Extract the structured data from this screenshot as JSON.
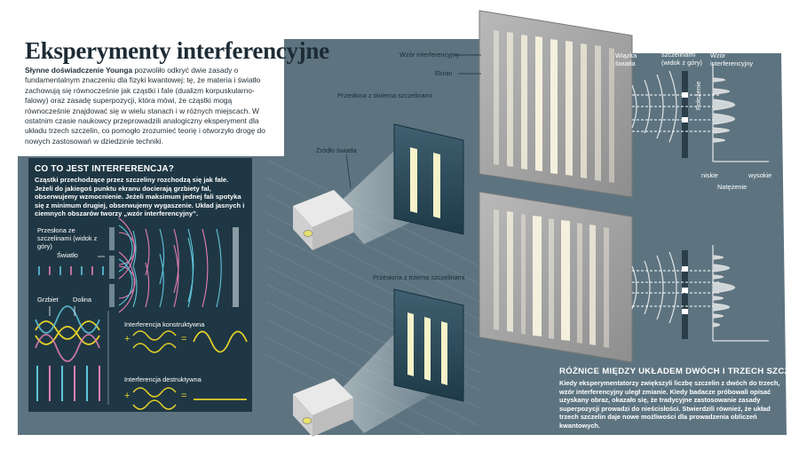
{
  "title": "Eksperymenty interferencyjne",
  "intro": {
    "lead": "Słynne doświadczenie Younga",
    "text": " pozwoliło odkryć dwie zasady o fundamentalnym znaczeniu dla fizyki kwantowej: tę, że materia i światło zachowują się równocześnie jak cząstki i fale (dualizm korpuskularno-falowy) oraz zasadę superpozycji, która mówi, że cząstki mogą równocześnie znajdować się w wielu stanach i w różnych miejscach. W ostatnim czasie naukowcy przeprowadzili analogiczny eksperyment dla układu trzech szczelin, co pomogło zrozumieć teorię i otworzyło drogę do nowych zastosowań w dziedzinie techniki."
  },
  "interference_box": {
    "title": "CO TO JEST INTERFERENCJA?",
    "text": "Cząstki przechodzące przez szczeliny rozchodzą się jak fale. Jeżeli do jakiegoś punktu ekranu docierają grzbiety fal, obserwujemy wzmocnienie. Jeżeli maksimum jednej fali spotyka się z minimum drugiej, obserwujemy wygaszenie. Układ jasnych i ciemnych obszarów tworzy „wzór interferencyjny”.",
    "slits_label": "Przesłona ze szczelinami (widok z góry)",
    "light_label": "Światło",
    "crest_label": "Grzbiet",
    "trough_label": "Dolina",
    "constructive_label": "Interferencja konstruktywna",
    "destructive_label": "Interferencja destruktywna",
    "plus": "+",
    "equals": "="
  },
  "experiment": {
    "pattern_label": "Wzór interferencyjny",
    "screen_label": "Ekran",
    "double_slit_label": "Przesłona z dwiema szczelinami",
    "source_label": "Źródło światła",
    "triple_slit_label": "Przesłona z trzema szczelinami"
  },
  "side_diagram": {
    "beam_label": "Wiązka światła",
    "slits_label": "Przesłona ze szczelinami (widok z góry)",
    "pattern_label": "Wzór interferencyjny",
    "position_label": "Położenie",
    "low_label": "niskie",
    "high_label": "wysokie",
    "intensity_label": "Natężenie"
  },
  "difference": {
    "title": "RÓŻNICE MIĘDZY UKŁADEM DWÓCH I TRZECH SZCZELIN",
    "text": "Kiedy eksperymentatorzy zwiększyli liczbę szczelin z dwóch do trzech, wzór interferencyjny uległ zmianie. Kiedy badacze próbowali opisać uzyskany obraz, okazało się, że tradycyjne zastosowanie zasady superpozycji prowadzi do nieścisłości. Stwierdzili również, że układ trzech szczelin daje nowe możliwości dla prowadzenia obliczeń kwantowych."
  },
  "colors": {
    "panel": "#5d7480",
    "box": "#1f3744",
    "crest": "#e5d02a",
    "pink": "#e57fb4",
    "cyan": "#5fc6dd"
  }
}
